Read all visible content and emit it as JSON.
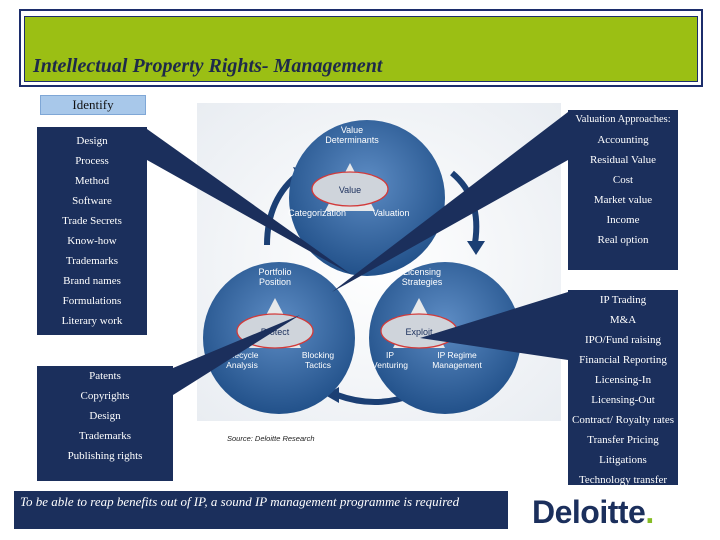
{
  "title": "Intellectual Property Rights- Management",
  "identify_label": "Identify",
  "left_identify_items": [
    "Design",
    "Process",
    "Method",
    "Software",
    "Trade Secrets",
    "Know-how",
    "Trademarks",
    "Brand names",
    "Formulations",
    "Literary work"
  ],
  "left_protect_items": [
    "Patents",
    "Copyrights",
    "Design",
    "Trademarks",
    "Publishing rights"
  ],
  "valuation_heading": "Valuation Approaches:",
  "valuation_items": [
    "Accounting",
    "Residual Value",
    "Cost",
    "Market value",
    "Income",
    "Real option"
  ],
  "exploit_items": [
    "IP Trading",
    "M&A",
    "IPO/Fund raising",
    "Financial Reporting",
    "Licensing-In",
    "Licensing-Out",
    "Contract/ Royalty rates",
    "Transfer Pricing",
    "Litigations",
    "Technology transfer"
  ],
  "footer_text": "To be able to reap benefits out of IP, a sound IP management programme is required",
  "source_note": "Source: Deloitte Research",
  "logo_text": "Deloitte",
  "logo_dot": ".",
  "diagram": {
    "top_circle": {
      "label_top": [
        "Value",
        "Determinants"
      ],
      "center": "Value",
      "left": "Categorization",
      "right": "Valuation"
    },
    "left_circle": {
      "label_top": [
        "Portfolio",
        "Position"
      ],
      "center": "Protect",
      "left": [
        "Lifecycle",
        "Analysis"
      ],
      "right": [
        "Blocking",
        "Tactics"
      ]
    },
    "right_circle": {
      "label_top": [
        "Licensing",
        "Strategies"
      ],
      "center": "Exploit",
      "left": [
        "IP",
        "Venturing"
      ],
      "right": [
        "IP Regime",
        "Management"
      ]
    }
  },
  "colors": {
    "navy": "#1b2f5c",
    "green": "#9bbf14",
    "circle": "#2a5d97",
    "accent": "#86bc25"
  }
}
